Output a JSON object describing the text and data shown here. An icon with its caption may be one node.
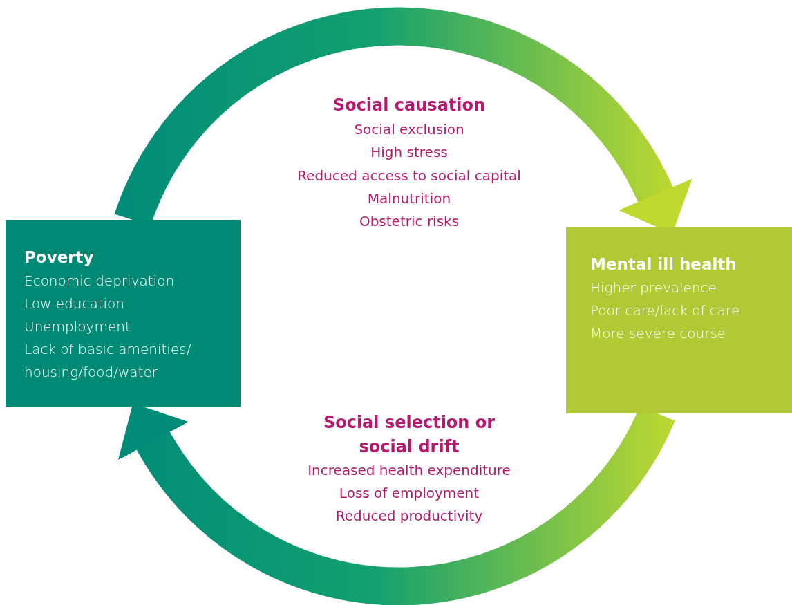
{
  "diagram": {
    "nodes": [
      {
        "text": [
          "Poverty",
          "Economic deprivation",
          "Low education",
          "Unemployment",
          "Lack of basic amenities/ housing/food/water"
        ]
      },
      {
        "text": [
          "Mental ill health",
          "Higher prevalence",
          "Poor care/lack of care",
          "More severe course"
        ]
      }
    ],
    "edges": [
      {
        "from": 0,
        "to": 1,
        "arrow": "to"
      },
      {
        "from": 1,
        "to": 0,
        "arrow": "to"
      }
    ],
    "labels": [
      "Social causation",
      "Social exclusion",
      "High stress",
      "Reduced access to social capital",
      "Malnutrition",
      "Obstetric risks",
      "Social selection or social drift",
      "Increased health expenditure",
      "Loss of employment",
      "Reduced productivity"
    ]
  }
}
